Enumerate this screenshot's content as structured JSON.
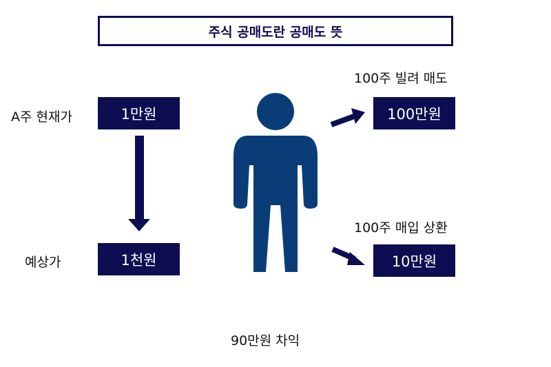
{
  "title": "주식 공매도란 공매도 뜻",
  "left": {
    "current_label": "A주 현재가",
    "current_value": "1만원",
    "expected_label": "예상가",
    "expected_value": "1천원"
  },
  "right": {
    "sell_caption": "100주 빌려 매도",
    "sell_value": "100만원",
    "buy_caption": "100주 매입 상환",
    "buy_value": "10만원"
  },
  "result": "90만원 차익",
  "colors": {
    "navy": "#0d0d52",
    "person": "#0a3d78"
  }
}
